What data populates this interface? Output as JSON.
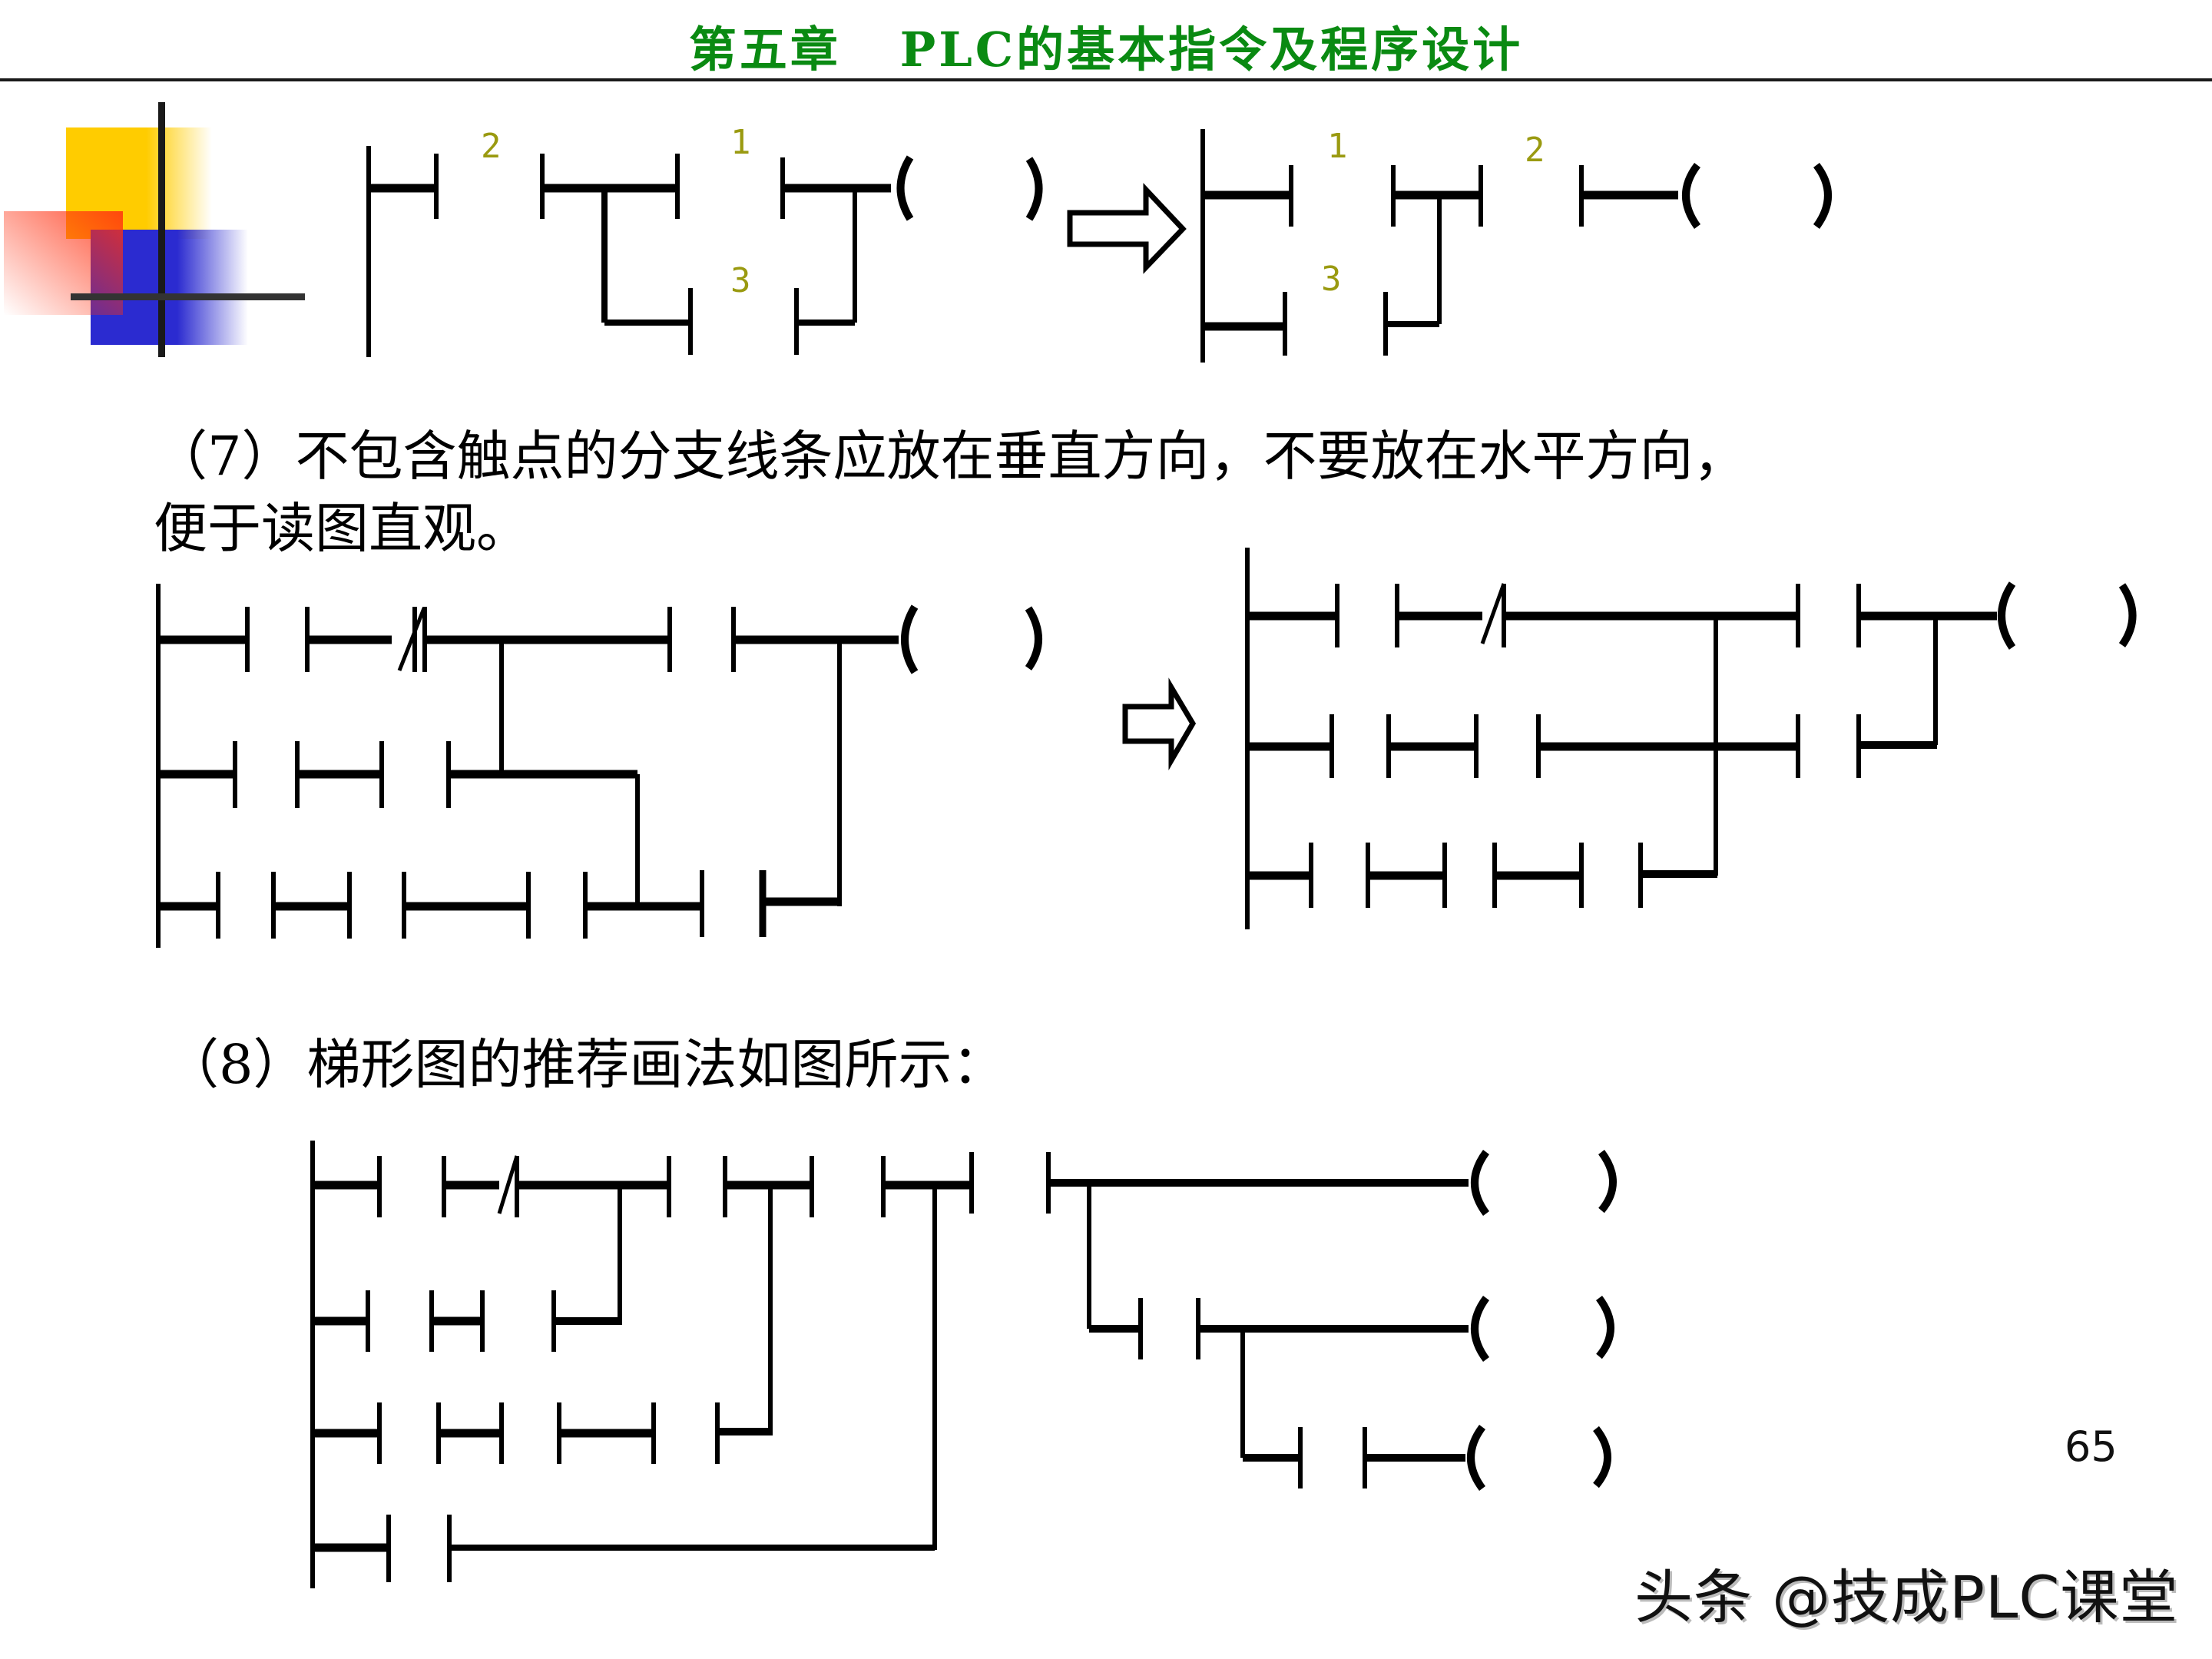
{
  "header": {
    "title": "第五章   PLC的基本指令及程序设计",
    "title_color": "#0a8a12"
  },
  "top_example": {
    "before": {
      "labels": [
        "2",
        "1",
        "3"
      ]
    },
    "after": {
      "labels": [
        "1",
        "2",
        "3"
      ]
    },
    "arrow": "right-arrow"
  },
  "rule7": {
    "line1": "（7）不包含触点的分支线条应放在垂直方向，不要放在水平方向，",
    "line2": "便于读图直观。"
  },
  "rule8": {
    "text": "（8）梯形图的推荐画法如图所示："
  },
  "coil_symbol": "(   )",
  "footer": {
    "page_number": "65",
    "watermark": "头条 @技成PLC课堂"
  }
}
